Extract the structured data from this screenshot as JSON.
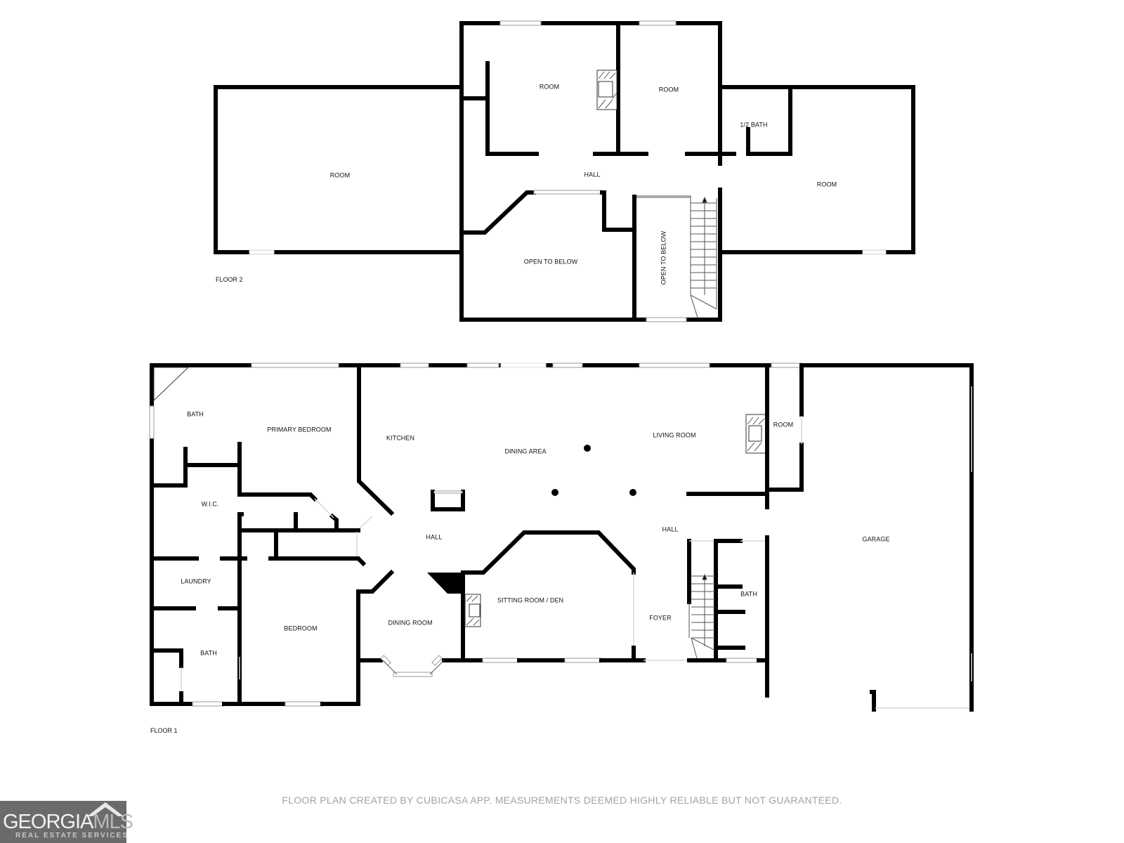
{
  "floor2": {
    "label": "FLOOR 2",
    "rooms": {
      "room_west": "ROOM",
      "room_north_left": "ROOM",
      "room_north_right": "ROOM",
      "half_bath": "1/2 BATH",
      "room_east": "ROOM",
      "hall": "HALL",
      "open_to_below_main": "OPEN TO BELOW",
      "open_to_below_stair": "OPEN TO BELOW"
    }
  },
  "floor1": {
    "label": "FLOOR 1",
    "rooms": {
      "bath_primary": "BATH",
      "primary_bedroom": "PRIMARY BEDROOM",
      "wic": "W.I.C.",
      "laundry": "LAUNDRY",
      "bath_secondary": "BATH",
      "bedroom": "BEDROOM",
      "kitchen": "KITCHEN",
      "dining_area": "DINING AREA",
      "living_room": "LIVING ROOM",
      "room": "ROOM",
      "hall_west": "HALL",
      "dining_room": "DINING ROOM",
      "sitting_room": "SITTING ROOM / DEN",
      "hall_east": "HALL",
      "foyer": "FOYER",
      "bath_east": "BATH",
      "garage": "GARAGE"
    }
  },
  "footer": {
    "disclaimer": "FLOOR PLAN CREATED BY CUBICASA APP. MEASUREMENTS DEEMED HIGHLY RELIABLE BUT NOT GUARANTEED."
  },
  "logo": {
    "main": "GEORGIA",
    "accent": "MLS",
    "sub": "REAL ESTATE SERVICES"
  },
  "colors": {
    "wall": "#000000",
    "footer_text": "#a2a2a2",
    "logo_bg": "#6b6b6b"
  }
}
